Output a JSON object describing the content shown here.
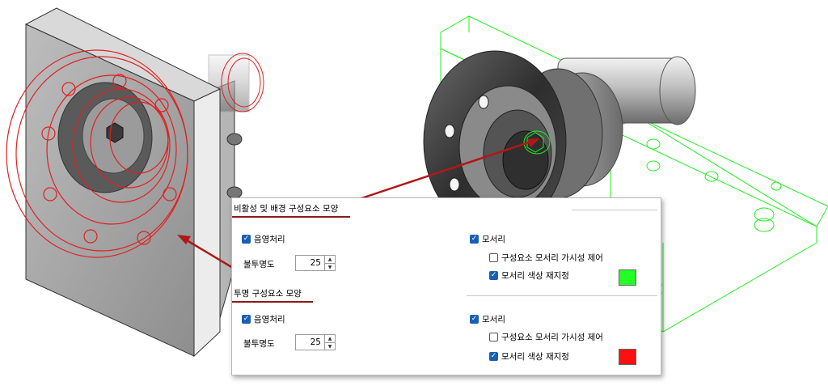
{
  "panel": {
    "inactive_section": {
      "title": "비활성 및 배경 구성요소 모양",
      "shading_label": "음영처리",
      "opacity_label": "불투명도",
      "opacity_value": "25",
      "edges_label": "모서리",
      "edge_visibility_label": "구성요소 모서리 가시성 제어",
      "edge_color_label": "모서리 색상 재지정",
      "edge_color": "#22ff22"
    },
    "transparent_section": {
      "title": "투명 구성요소 모양",
      "shading_label": "음영처리",
      "opacity_label": "불투명도",
      "opacity_value": "25",
      "edges_label": "모서리",
      "edge_visibility_label": "구성요소 모서리 가시성 제어",
      "edge_color_label": "모서리 색상 재지정",
      "edge_color": "#ff1010"
    },
    "checkbox_states": {
      "shading": true,
      "edges": true,
      "edge_visibility": false,
      "edge_color": true
    }
  },
  "colors": {
    "accent": "#1a5fb4",
    "callout_arrow": "#b01818",
    "wireframe_red": "#e02020",
    "wireframe_green": "#22ee22"
  },
  "icons": [
    "check-icon",
    "spin-up-icon",
    "spin-down-icon"
  ]
}
